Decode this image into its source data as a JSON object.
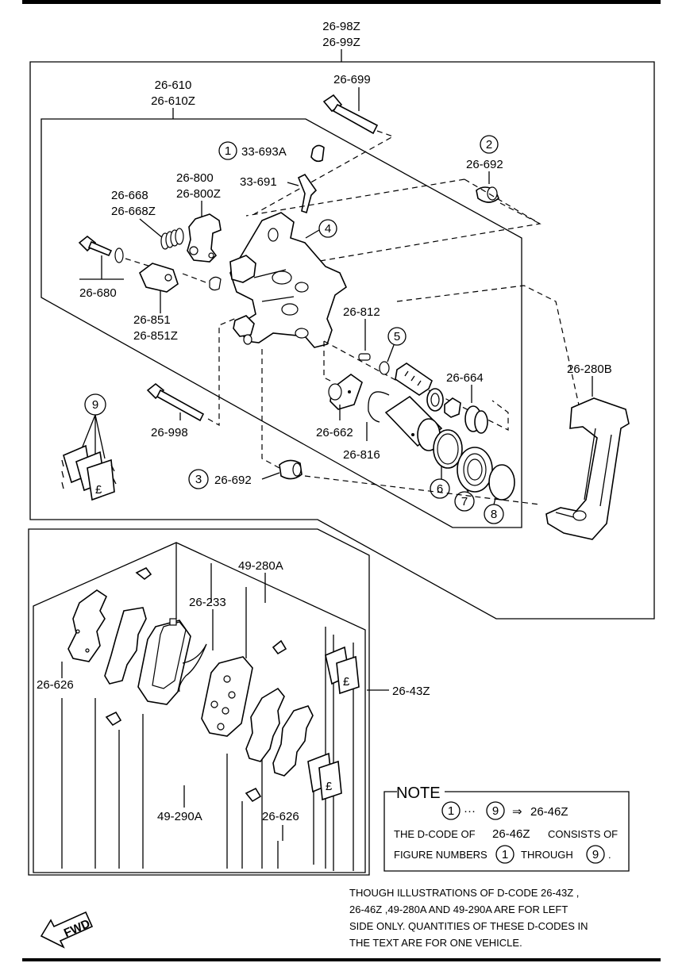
{
  "assembly": {
    "code_a": "26-98Z",
    "code_b": "26-99Z"
  },
  "caliper_group": {
    "code_a": "26-610",
    "code_b": "26-610Z"
  },
  "parts": {
    "bolt_top": "26-699",
    "bleeder_cap": "33-693A",
    "bleeder_screw": "33-691",
    "bushing_2": "26-692",
    "spring_a": "26-668",
    "spring_b": "26-668Z",
    "plate_a": "26-800",
    "plate_b": "26-800Z",
    "bolt_left": "26-680",
    "clip_a": "26-851",
    "clip_b": "26-851Z",
    "pin_812": "26-812",
    "seal_664": "26-664",
    "guide_662": "26-662",
    "ring_816": "26-816",
    "bolt_998": "26-998",
    "bushing_3": "26-692",
    "bracket": "26-280B"
  },
  "callouts": [
    "1",
    "2",
    "3",
    "4",
    "5",
    "6",
    "7",
    "8",
    "9"
  ],
  "pad_group": {
    "kit_a": "49-280A",
    "shim_233": "26-233",
    "shim_626_left": "26-626",
    "pad_set": "26-43Z",
    "kit_b": "49-290A",
    "shim_626_bottom": "26-626"
  },
  "note": {
    "title": "NOTE",
    "range_start": "1",
    "range_dots": "···",
    "range_end": "9",
    "arrow": "⇒",
    "range_target": "26-46Z",
    "line2_prefix": "THE D-CODE OF",
    "line2_code": "26-46Z",
    "line2_suffix": "CONSISTS OF",
    "line3_prefix": "FIGURE NUMBERS",
    "line3_from": "1",
    "line3_mid": "THROUGH",
    "line3_to": "9",
    "line3_end": "."
  },
  "footer": {
    "line1": "THOUGH ILLUSTRATIONS OF D-CODE 26-43Z ,",
    "line2": "26-46Z  ,49-280A AND 49-290A ARE FOR LEFT",
    "line3": "SIDE ONLY. QUANTITIES OF THESE D-CODES IN",
    "line4": "THE TEXT ARE FOR ONE VEHICLE."
  },
  "fwd_label": "FWD"
}
